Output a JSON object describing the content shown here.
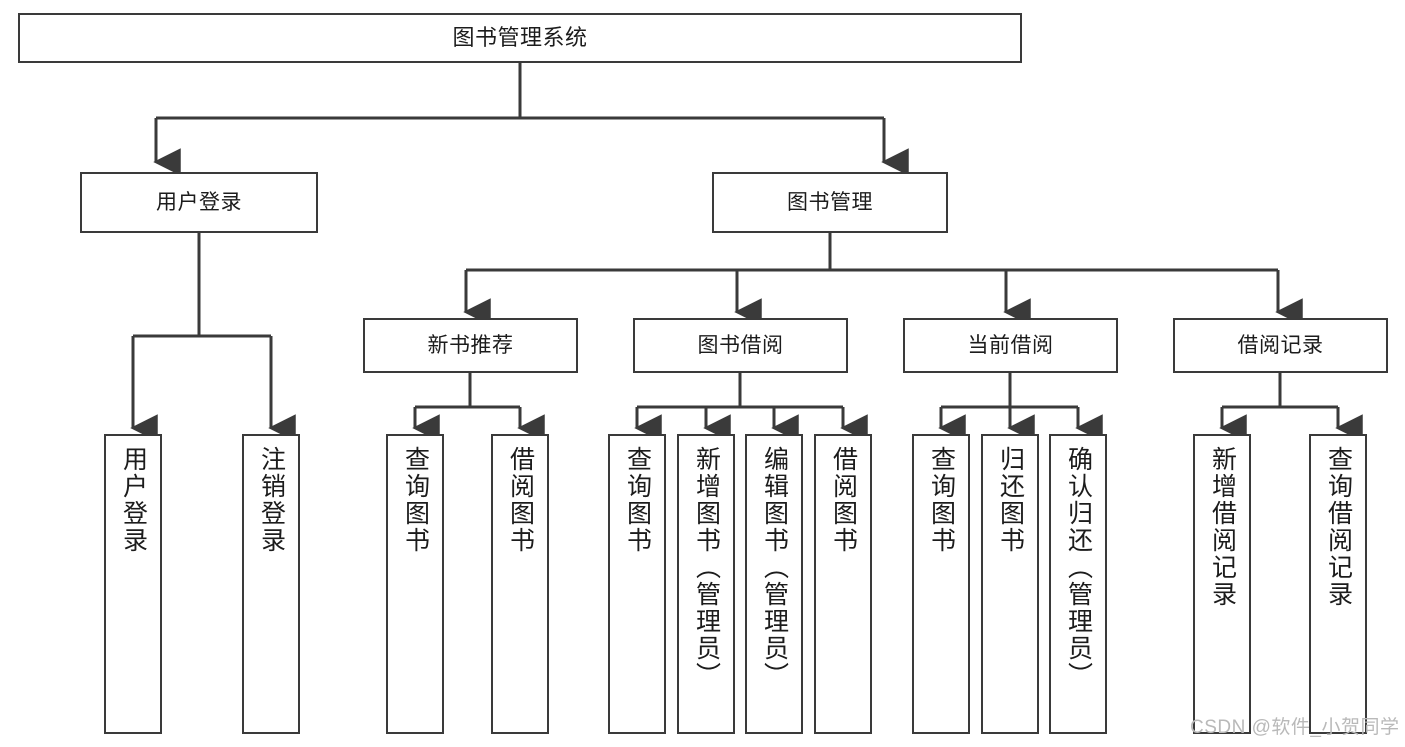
{
  "diagram": {
    "title": "图书管理系统",
    "type": "tree-hierarchy-diagram",
    "watermark": "CSDN @软件_小贺同学",
    "colors": {
      "box_border": "#3a3a3a",
      "box_fill": "#ffffff",
      "edge": "#3a3a3a",
      "text": "#1c1c1c",
      "watermark": "#b9b9b9",
      "background": "#ffffff"
    },
    "nodes": {
      "root": {
        "label": "图书管理系统"
      },
      "level2": [
        {
          "id": "user-login",
          "label": "用户登录"
        },
        {
          "id": "book-management",
          "label": "图书管理"
        }
      ],
      "level3": [
        {
          "id": "new-book-recommend",
          "label": "新书推荐"
        },
        {
          "id": "book-borrow",
          "label": "图书借阅"
        },
        {
          "id": "current-borrow",
          "label": "当前借阅"
        },
        {
          "id": "borrow-record",
          "label": "借阅记录"
        }
      ],
      "leaves": {
        "user-login": [
          {
            "id": "leaf-user-login",
            "label": "用户登录"
          },
          {
            "id": "leaf-logout-login",
            "label": "注销登录"
          }
        ],
        "new-book-recommend": [
          {
            "id": "leaf-query-book-1",
            "label": "查询图书"
          },
          {
            "id": "leaf-borrow-book-1",
            "label": "借阅图书"
          }
        ],
        "book-borrow": [
          {
            "id": "leaf-query-book-2",
            "label": "查询图书"
          },
          {
            "id": "leaf-add-book",
            "label": "新增图书（管理员）"
          },
          {
            "id": "leaf-edit-book",
            "label": "编辑图书（管理员）"
          },
          {
            "id": "leaf-borrow-book-2",
            "label": "借阅图书"
          }
        ],
        "current-borrow": [
          {
            "id": "leaf-query-book-3",
            "label": "查询图书"
          },
          {
            "id": "leaf-return-book",
            "label": "归还图书"
          },
          {
            "id": "leaf-confirm-return",
            "label": "确认归还（管理员）"
          }
        ],
        "borrow-record": [
          {
            "id": "leaf-add-record",
            "label": "新增借阅记录"
          },
          {
            "id": "leaf-query-record",
            "label": "查询借阅记录"
          }
        ]
      }
    }
  }
}
